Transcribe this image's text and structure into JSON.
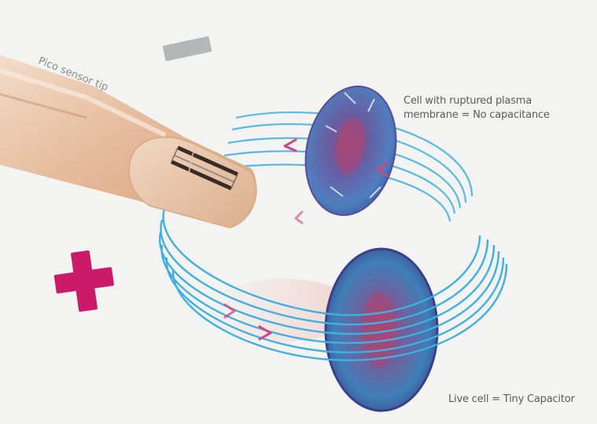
{
  "labels": {
    "probe": "Pico sensor tip",
    "ruptured_cell_line1": "Cell with ruptured plasma",
    "ruptured_cell_line2": "membrane = No capacitance",
    "live_cell": "Live cell = Tiny Capacitor"
  },
  "colors": {
    "background": "#f3f3f2",
    "field_lines": "#3fb0e0",
    "field_arrows": "#d2437f",
    "plus_sign": "#cc1a6b",
    "minus_sign": "#b4b6b8",
    "cell_blue": "#3f79b9",
    "cell_purple": "#5a4b98",
    "cell_core": "#b0436f",
    "probe_skin": "#e6c0a3"
  },
  "symbols": {
    "plus": "positive-electrode",
    "minus": "negative-electrode"
  }
}
